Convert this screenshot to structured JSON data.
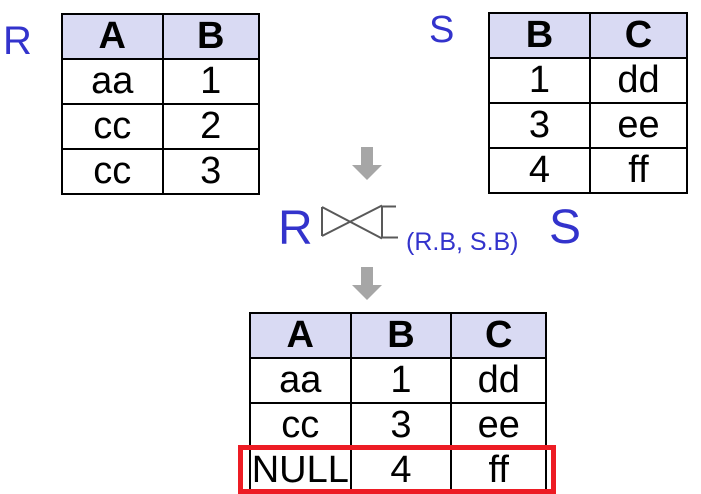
{
  "labels": {
    "r": "R",
    "s": "S"
  },
  "expression": {
    "left_operand": "R",
    "operator": "right-outer-join",
    "condition": "(R.B, S.B)",
    "right_operand": "S"
  },
  "tables": {
    "r": {
      "headers": [
        "A",
        "B"
      ],
      "rows": [
        [
          "aa",
          "1"
        ],
        [
          "cc",
          "2"
        ],
        [
          "cc",
          "3"
        ]
      ]
    },
    "s": {
      "headers": [
        "B",
        "C"
      ],
      "rows": [
        [
          "1",
          "dd"
        ],
        [
          "3",
          "ee"
        ],
        [
          "4",
          "ff"
        ]
      ]
    },
    "result": {
      "headers": [
        "A",
        "B",
        "C"
      ],
      "rows": [
        [
          "aa",
          "1",
          "dd"
        ],
        [
          "cc",
          "3",
          "ee"
        ],
        [
          "NULL",
          "4",
          "ff"
        ]
      ]
    }
  },
  "colors": {
    "accent_blue": "#3333cc",
    "header_fill": "#d9daf3",
    "highlight_red": "#ed1c24",
    "arrow_gray": "#a6a6a6",
    "operator_gray": "#595959",
    "table_border": "#000000"
  }
}
